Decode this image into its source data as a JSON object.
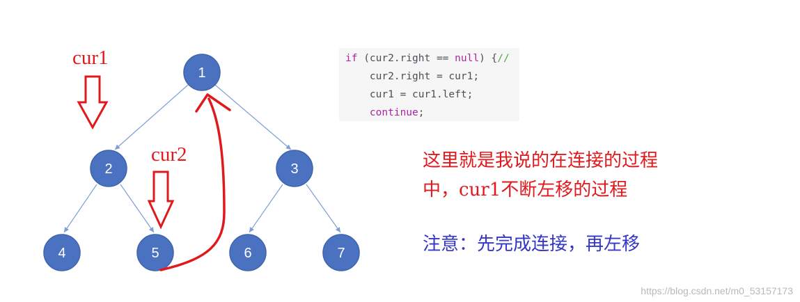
{
  "tree": {
    "nodes": [
      "1",
      "2",
      "3",
      "4",
      "5",
      "6",
      "7"
    ],
    "node_color": "#4a72c0",
    "edge_color": "#7d9fd6"
  },
  "pointers": {
    "cur1": "cur1",
    "cur2": "cur2",
    "color": "#e0191d"
  },
  "code": {
    "line1_if": "if",
    "line1_mid": " (cur2.right == ",
    "line1_null": "null",
    "line1_end": ") {",
    "line1_comment": "//",
    "line2": "    cur2.right = cur1;",
    "line3": "    cur1 = cur1.left;",
    "line4_indent": "    ",
    "line4_continue": "continue",
    "line4_end": ";"
  },
  "notes": {
    "red_line1": "这里就是我说的在连接的过程",
    "red_line2": "中，cur1不断左移的过程",
    "blue": "注意：先完成连接，再左移"
  },
  "watermark": "https://blog.csdn.net/m0_53157173"
}
